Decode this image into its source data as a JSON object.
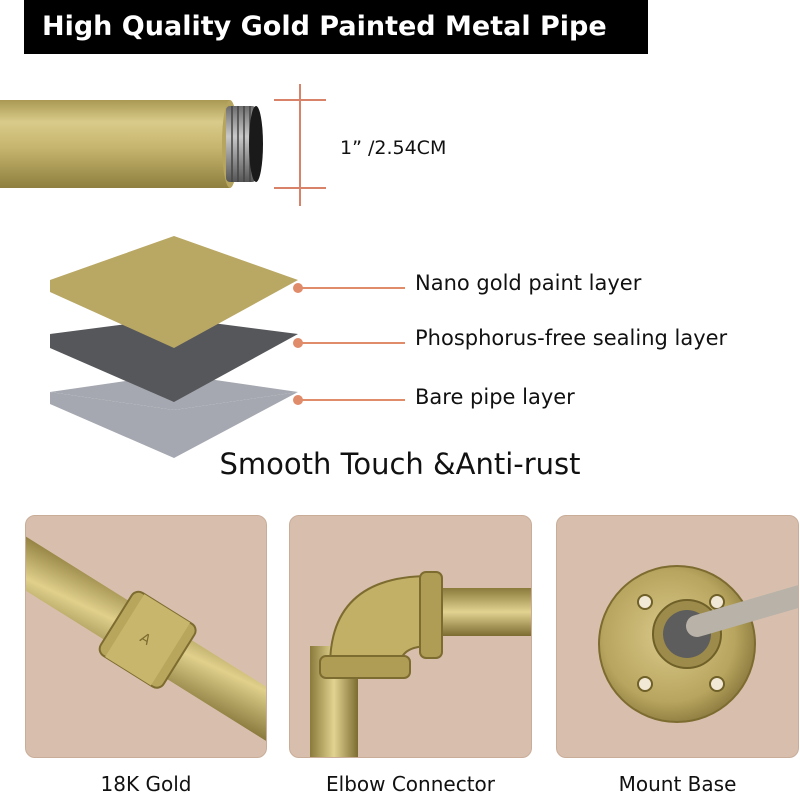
{
  "header": {
    "title": "High Quality Gold Painted Metal Pipe"
  },
  "dimension": {
    "label": "1”  /2.54CM"
  },
  "layers": [
    {
      "label": "Nano gold paint layer",
      "color": "#b9a764"
    },
    {
      "label": "Phosphorus-free sealing layer",
      "color": "#56575b"
    },
    {
      "label": "Bare pipe layer",
      "color": "#a5a8b0"
    }
  ],
  "subtitle": "Smooth Touch &Anti-rust",
  "photos": [
    {
      "caption": "18K Gold",
      "icon": "pipe-coupling-image"
    },
    {
      "caption": "Elbow Connector",
      "icon": "elbow-connector-image"
    },
    {
      "caption": "Mount Base",
      "icon": "floor-flange-image"
    }
  ],
  "colors": {
    "gold": "#c6b56f",
    "accent_line": "#e08b6a",
    "panel_bg": "#d8bfad",
    "banner_bg": "#000000"
  }
}
